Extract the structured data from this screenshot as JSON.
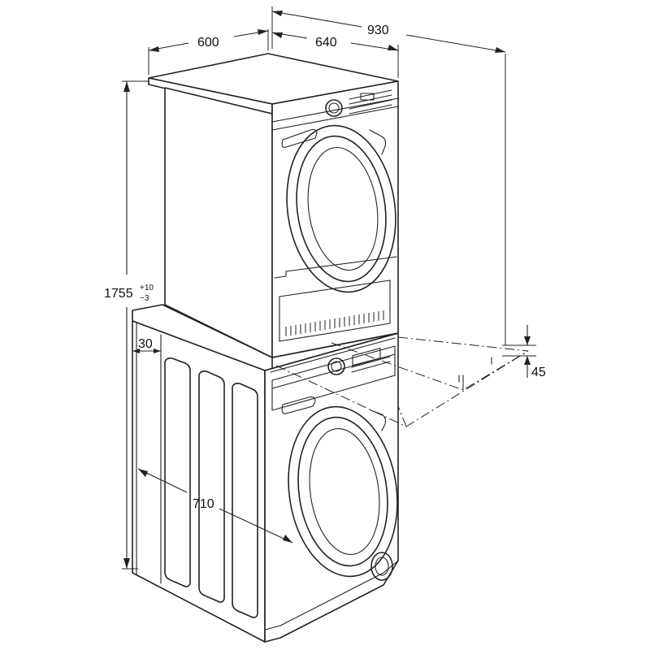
{
  "dimensions": {
    "depth_with_base": "600",
    "depth_unit": "640",
    "total_depth": "930",
    "total_height": "1755",
    "height_tol_plus": "+10",
    "height_tol_minus": "−3",
    "side_gap": "30",
    "drawer_extension": "710",
    "drawer_height": "45"
  }
}
